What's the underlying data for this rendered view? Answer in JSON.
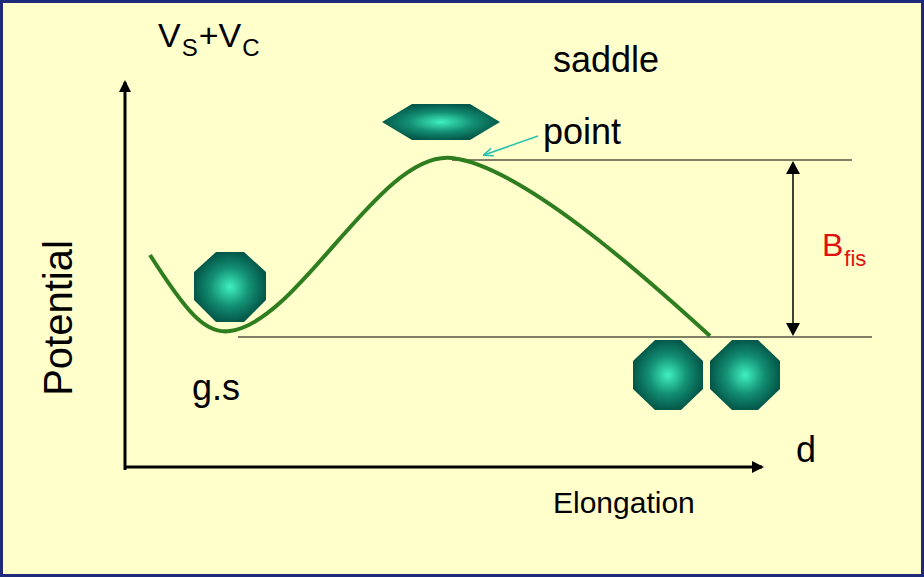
{
  "diagram": {
    "labels": [
      "V",
      "S",
      "+V",
      "C",
      "saddle",
      "point",
      "B",
      "fis",
      "Potential",
      "g.s",
      "d",
      "Elongation"
    ]
  }
}
